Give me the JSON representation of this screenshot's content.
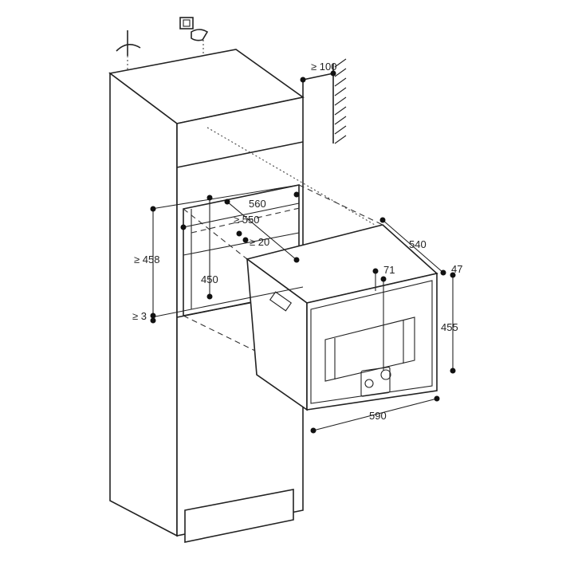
{
  "diagram": {
    "labels": {
      "wall_clearance": "≥ 100",
      "niche_width": "560",
      "niche_depth": "≥ 550",
      "ventilation_gap": "≥ 20",
      "niche_height": "≥ 458",
      "inner_height": "450",
      "floor_gap": "≥ 3",
      "appliance_depth": "540",
      "front_depth": "47",
      "panel_offset": "71",
      "appliance_height": "455",
      "appliance_width": "590"
    }
  }
}
